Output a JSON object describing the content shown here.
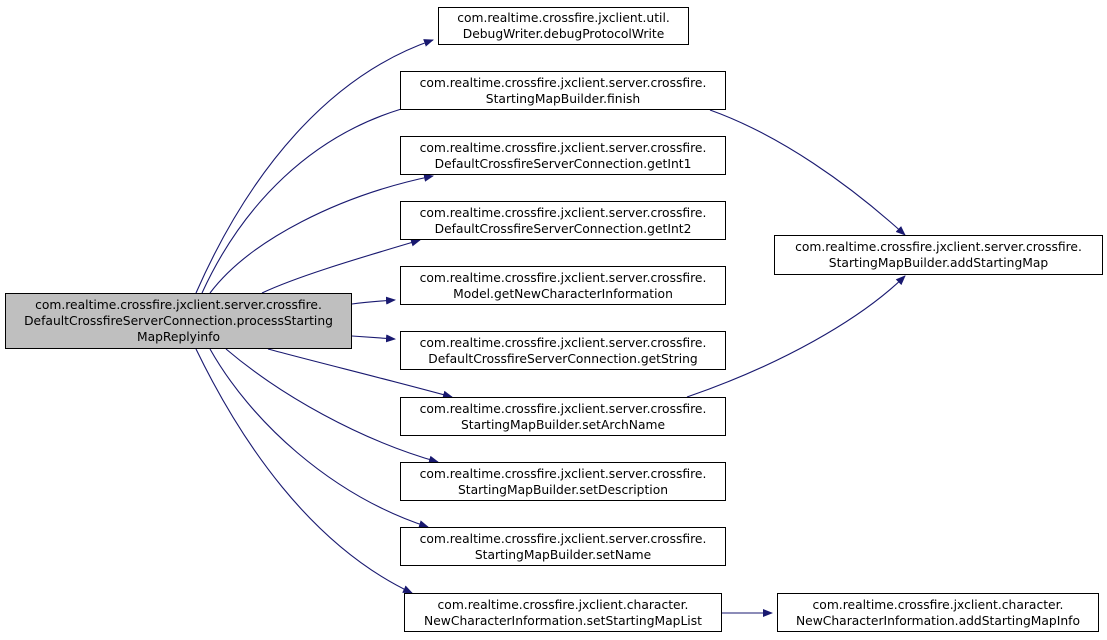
{
  "colors": {
    "edge": "#191970",
    "root_fill": "#bfbfbf",
    "node_fill": "#ffffff",
    "border": "#000000"
  },
  "nodes": {
    "root": [
      "com.realtime.crossfire.jxclient.server.crossfire.",
      "DefaultCrossfireServerConnection.processStarting",
      "MapReplyinfo"
    ],
    "debug_protocol_write": [
      "com.realtime.crossfire.jxclient.util.",
      "DebugWriter.debugProtocolWrite"
    ],
    "finish": [
      "com.realtime.crossfire.jxclient.server.crossfire.",
      "StartingMapBuilder.finish"
    ],
    "get_int1": [
      "com.realtime.crossfire.jxclient.server.crossfire.",
      "DefaultCrossfireServerConnection.getInt1"
    ],
    "get_int2": [
      "com.realtime.crossfire.jxclient.server.crossfire.",
      "DefaultCrossfireServerConnection.getInt2"
    ],
    "get_new_character_information": [
      "com.realtime.crossfire.jxclient.server.crossfire.",
      "Model.getNewCharacterInformation"
    ],
    "get_string": [
      "com.realtime.crossfire.jxclient.server.crossfire.",
      "DefaultCrossfireServerConnection.getString"
    ],
    "set_arch_name": [
      "com.realtime.crossfire.jxclient.server.crossfire.",
      "StartingMapBuilder.setArchName"
    ],
    "set_description": [
      "com.realtime.crossfire.jxclient.server.crossfire.",
      "StartingMapBuilder.setDescription"
    ],
    "set_name": [
      "com.realtime.crossfire.jxclient.server.crossfire.",
      "StartingMapBuilder.setName"
    ],
    "set_starting_map_list": [
      "com.realtime.crossfire.jxclient.character.",
      "NewCharacterInformation.setStartingMapList"
    ],
    "add_starting_map": [
      "com.realtime.crossfire.jxclient.server.crossfire.",
      "StartingMapBuilder.addStartingMap"
    ],
    "add_starting_map_info": [
      "com.realtime.crossfire.jxclient.character.",
      "NewCharacterInformation.addStartingMapInfo"
    ]
  },
  "edges": [
    [
      "root",
      "debug_protocol_write"
    ],
    [
      "root",
      "finish"
    ],
    [
      "root",
      "get_int1"
    ],
    [
      "root",
      "get_int2"
    ],
    [
      "root",
      "get_new_character_information"
    ],
    [
      "root",
      "get_string"
    ],
    [
      "root",
      "set_arch_name"
    ],
    [
      "root",
      "set_description"
    ],
    [
      "root",
      "set_name"
    ],
    [
      "root",
      "set_starting_map_list"
    ],
    [
      "finish",
      "add_starting_map"
    ],
    [
      "set_arch_name",
      "add_starting_map"
    ],
    [
      "set_starting_map_list",
      "add_starting_map_info"
    ]
  ]
}
